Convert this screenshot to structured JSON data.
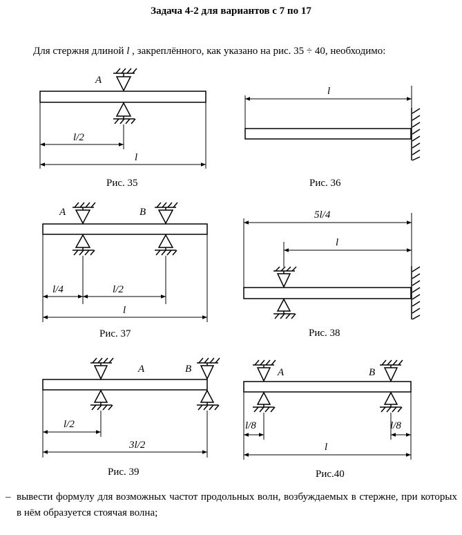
{
  "title": "Задача 4-2 для  вариантов с 7 по 17",
  "intro": {
    "before": "Для стержня длиной ",
    "var": "l",
    "after": " , закреплённого, как указано на рис. 35 ÷ 40, необходимо:"
  },
  "figures": {
    "fig35": {
      "caption": "Рис. 35",
      "support": "A",
      "dim_half": "l/2",
      "dim_full": "l"
    },
    "fig36": {
      "caption": "Рис. 36",
      "dim_full": "l"
    },
    "fig37": {
      "caption": "Рис. 37",
      "support_a": "A",
      "support_b": "B",
      "dim_quarter": "l/4",
      "dim_half": "l/2",
      "dim_full": "l"
    },
    "fig38": {
      "caption": "Рис. 38",
      "dim_long": "5l/4",
      "dim_full": "l"
    },
    "fig39": {
      "caption": "Рис. 39",
      "support_a": "A",
      "support_b": "B",
      "dim_half": "l/2",
      "dim_full": "3l/2"
    },
    "fig40": {
      "caption": "Рис.40",
      "support_a": "A",
      "support_b": "B",
      "dim_left": "l/8",
      "dim_right": "l/8",
      "dim_full": "l"
    }
  },
  "bullets": [
    {
      "dash": "–",
      "text": "вывести формулу для возможных частот продольных волн, возбуждаемых в стержне, при которых в нём образуется стоячая волна;"
    }
  ]
}
